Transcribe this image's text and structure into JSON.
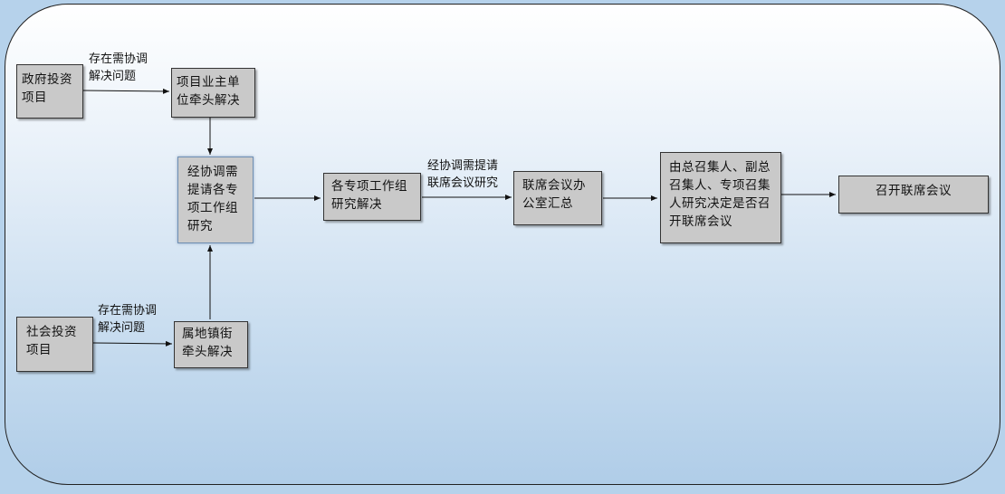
{
  "nodes": {
    "gov_invest": "政府投资\n项目",
    "owner_lead": "项目业主单\n位牵头解决",
    "social_invest": "社会投资\n项目",
    "town_lead": "属地镇街\n牵头解决",
    "coord_groups": "经协调需\n提请各专\n项工作组\n研究",
    "groups_research": "各专项工作组\n研究解决",
    "office_summary": "联席会议办\n公室汇总",
    "convener_decide": "由总召集人、副总\n召集人、专项召集\n人研究决定是否召\n开联席会议",
    "hold_meeting": "召开联席会议"
  },
  "labels": {
    "gov_issue": "存在需协调\n解决问题",
    "social_issue": "存在需协调\n解决问题",
    "joint_research": "经协调需提请\n联席会议研究"
  },
  "colors": {
    "node_fill": "#c9c9c9",
    "highlight_border": "#6f8fb3",
    "background_bottom": "#b0cde8"
  }
}
